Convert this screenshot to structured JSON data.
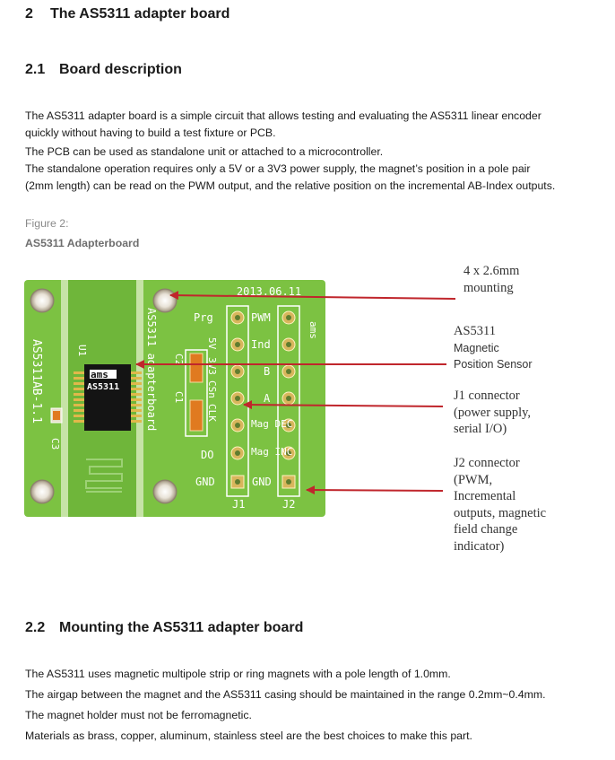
{
  "section": {
    "number": "2",
    "title": "The AS5311 adapter board"
  },
  "sub1": {
    "number": "2.1",
    "title": "Board description",
    "lines": [
      "The AS5311 adapter board is a simple circuit that allows testing and evaluating the AS5311 linear encoder",
      "quickly without having to build a test fixture or PCB.",
      "The PCB can be used as standalone unit or attached to a microcontroller.",
      "The standalone operation requires only a 5V or a 3V3 power supply, the magnet’s position in a pole pair",
      "(2mm length) can be read on the PWM output, and the relative position on the incremental AB-Index outputs."
    ]
  },
  "figure": {
    "number": "Figure 2:",
    "caption": "AS5311 Adapterboard"
  },
  "board": {
    "date": "2013.06.11",
    "side_label": "AS5311 adapterboard",
    "part_label": "AS5311AB-1.1",
    "chip_label": "AS5311",
    "logo": "ams",
    "u1": "U1",
    "c1": "C1",
    "c2": "C2",
    "c3": "C3",
    "voltage_labels": [
      "5V",
      "3V3",
      "CSn",
      "CLK"
    ],
    "j1_pins": [
      "Prg",
      "",
      "",
      "",
      "",
      "DO",
      "GND"
    ],
    "j2_pins": [
      "PWM",
      "Ind",
      "B",
      "A",
      "Mag DEC",
      "Mag INC",
      "GND"
    ],
    "j1": "J1",
    "j2": "J2",
    "colors": {
      "pcb": "#7cc242",
      "pad": "#d8b65c",
      "arrow": "#c0262c"
    }
  },
  "callouts": {
    "mounting": [
      "4 x 2.6mm",
      "mounting"
    ],
    "sensor": [
      "AS5311",
      "Magnetic",
      "Position   Sensor"
    ],
    "j1": [
      "J1 connector",
      "(power supply,",
      "serial I/O)"
    ],
    "j2": [
      "J2 connector",
      "(PWM,",
      "Incremental",
      "outputs, magnetic",
      "field change",
      "indicator)"
    ]
  },
  "sub2": {
    "number": "2.2",
    "title": "Mounting the AS5311 adapter board",
    "lines": [
      "The AS5311 uses magnetic multipole strip or ring magnets with a pole length of 1.0mm.",
      "The airgap between the magnet and the AS5311 casing should be maintained in the range 0.2mm~0.4mm.",
      "The magnet holder must not be ferromagnetic.",
      "Materials as brass, copper, aluminum, stainless steel are the best choices to make this part."
    ]
  }
}
